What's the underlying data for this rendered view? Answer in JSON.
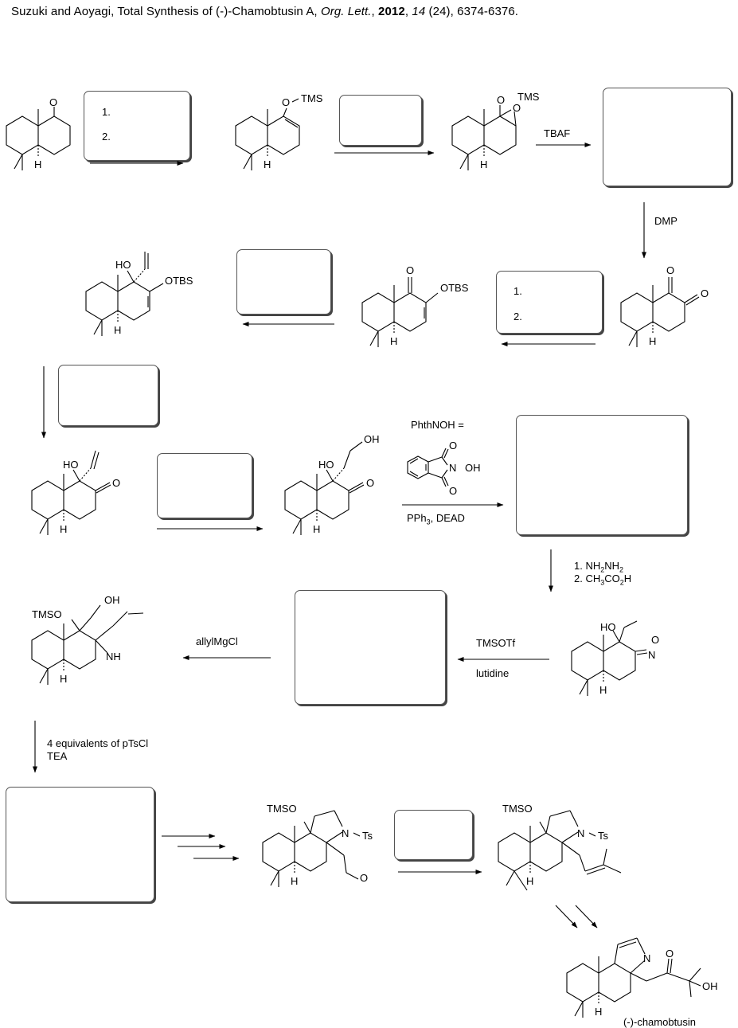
{
  "header": {
    "authors": "Suzuki and Aoyagi, Total Synthesis of (-)-Chamobtusin A,",
    "journal": "Org. Lett.",
    "year": "2012",
    "volume": "14",
    "issue_pages": "(24), 6374-6376."
  },
  "answer_boxes": {
    "box1": {
      "step1": "1.",
      "step2": "2."
    },
    "box8": {
      "step1": "1.",
      "step2": "2."
    }
  },
  "reagents": {
    "tbaf": "TBAF",
    "dmp": "DMP",
    "phthnoh_def": "PhthNOH =",
    "pph3": "PPh",
    "pph3_sub": "3",
    "dead": ", DEAD",
    "hydrazine_1": "1.  NH",
    "hydrazine_1_sub": "2",
    "hydrazine_1_b": "NH",
    "hydrazine_1_sub2": "2",
    "acid_2": "2.  CH",
    "acid_2_sub": "3",
    "acid_2_b": "CO",
    "acid_2_sub2": "2",
    "acid_2_c": "H",
    "tmsotf": "TMSOTf",
    "lutidine": "lutidine",
    "allylmgcl": "allylMgCl",
    "ptscl": "4 equivalents of pTsCl",
    "tea": "TEA"
  },
  "atom_labels": {
    "o": "O",
    "h": "H",
    "tms": "TMS",
    "otms_o": "O",
    "ho": "HO",
    "otbs": "OTBS",
    "oh": "OH",
    "n": "N",
    "nh": "NH",
    "tmso": "TMSO",
    "ts": "Ts"
  },
  "product_label": "(-)-chamobtusin"
}
